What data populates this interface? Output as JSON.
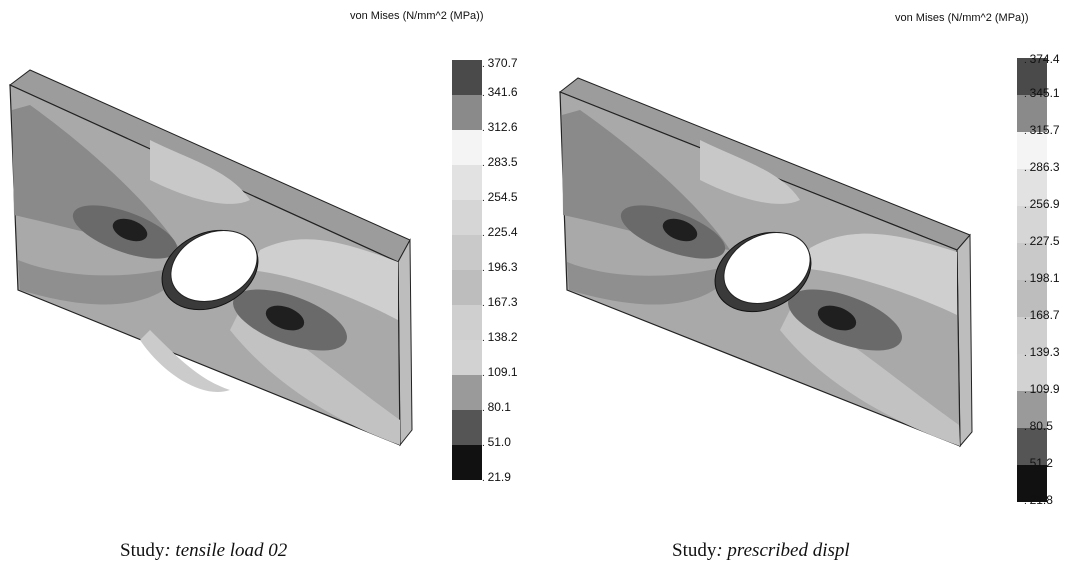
{
  "left": {
    "legend_title": "von Mises (N/mm^2 (MPa))",
    "ticks": [
      "370.7",
      "341.6",
      "312.6",
      "283.5",
      "254.5",
      "225.4",
      "196.3",
      "167.3",
      "138.2",
      "109.1",
      "80.1",
      "51.0",
      "21.9"
    ],
    "caption_prefix": "Study",
    "caption_name": ": tensile load 02"
  },
  "right": {
    "legend_title": "von Mises (N/mm^2 (MPa))",
    "ticks": [
      "374.4",
      "345.1",
      "315.7",
      "286.3",
      "256.9",
      "227.5",
      "198.1",
      "168.7",
      "139.3",
      "109.9",
      "80.5",
      "51.2",
      "21.8"
    ],
    "caption_prefix": "Study",
    "caption_name": ": prescribed displ"
  },
  "colors": {
    "legend_bands": [
      "#4a4a4a",
      "#8a8a8a",
      "#f4f4f4",
      "#e2e2e2",
      "#d6d6d6",
      "#c9c9c9",
      "#bdbdbd",
      "#cfcfcf",
      "#d2d2d2",
      "#9a9a9a",
      "#555555",
      "#111111"
    ],
    "plate_front": "#a9a9a9",
    "plate_dark": "#5a5a5a",
    "plate_mid": "#8e8e8e",
    "plate_light": "#cfcfcf",
    "edge": "#222222"
  }
}
